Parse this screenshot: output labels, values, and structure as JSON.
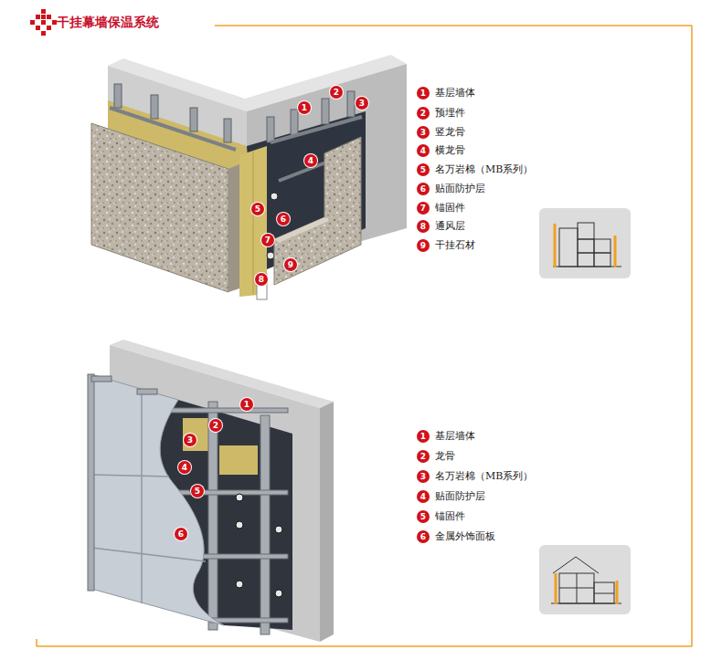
{
  "diagram": {
    "title": "干挂幕墙保温系统",
    "nodes": [
      {
        "text": [
          "1"
        ]
      },
      {
        "text": [
          "2"
        ]
      },
      {
        "text": [
          "3"
        ]
      },
      {
        "text": [
          "4"
        ]
      },
      {
        "text": [
          "5"
        ]
      },
      {
        "text": [
          "6"
        ]
      },
      {
        "text": [
          "7"
        ]
      },
      {
        "text": [
          "8"
        ]
      },
      {
        "text": [
          "9"
        ]
      },
      {
        "text": [
          "1",
          "基层墙体"
        ]
      },
      {
        "text": [
          "2",
          "预埋件"
        ]
      },
      {
        "text": [
          "3",
          "竖龙骨"
        ]
      },
      {
        "text": [
          "4",
          "横龙骨"
        ]
      },
      {
        "text": [
          "5",
          "名万岩棉（MB系列）"
        ]
      },
      {
        "text": [
          "6",
          "贴面防护层"
        ]
      },
      {
        "text": [
          "7",
          "锚固件"
        ]
      },
      {
        "text": [
          "8",
          "通风层"
        ]
      },
      {
        "text": [
          "9",
          "干挂石材"
        ]
      },
      {
        "text": [
          "1"
        ]
      },
      {
        "text": [
          "2"
        ]
      },
      {
        "text": [
          "3"
        ]
      },
      {
        "text": [
          "4"
        ]
      },
      {
        "text": [
          "5"
        ]
      },
      {
        "text": [
          "6"
        ]
      },
      {
        "text": [
          "1",
          "基层墙体"
        ]
      },
      {
        "text": [
          "2",
          "龙骨"
        ]
      },
      {
        "text": [
          "3",
          "名万岩棉（MB系列）"
        ]
      },
      {
        "text": [
          "4",
          "贴面防护层"
        ]
      },
      {
        "text": [
          "5",
          "锚固件"
        ]
      },
      {
        "text": [
          "6",
          "金属外饰面板"
        ]
      }
    ]
  }
}
